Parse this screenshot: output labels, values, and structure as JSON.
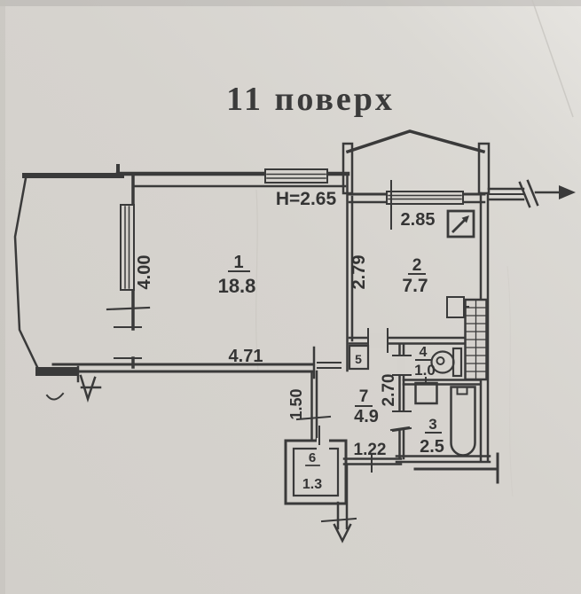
{
  "title": "11 поверх",
  "plan": {
    "ceiling_height": "H=2.65",
    "rooms": [
      {
        "number": "1",
        "area": "18.8"
      },
      {
        "number": "2",
        "area": "7.7"
      },
      {
        "number": "3",
        "area": "2.5"
      },
      {
        "number": "4",
        "area": "1.0"
      },
      {
        "number": "5",
        "area": ""
      },
      {
        "number": "6",
        "area": "1.3"
      },
      {
        "number": "7",
        "area": "4.9"
      }
    ],
    "dimensions": {
      "room1_width": "4.71",
      "room1_depth": "4.00",
      "kitchen_width": "2.85",
      "kitchen_depth": "2.79",
      "hall_depth": "2.70",
      "hall_width": "1.22",
      "hall_nook": "1.50"
    }
  },
  "colors": {
    "paper": "#d5d2cd",
    "ink": "#3a3a3a"
  }
}
